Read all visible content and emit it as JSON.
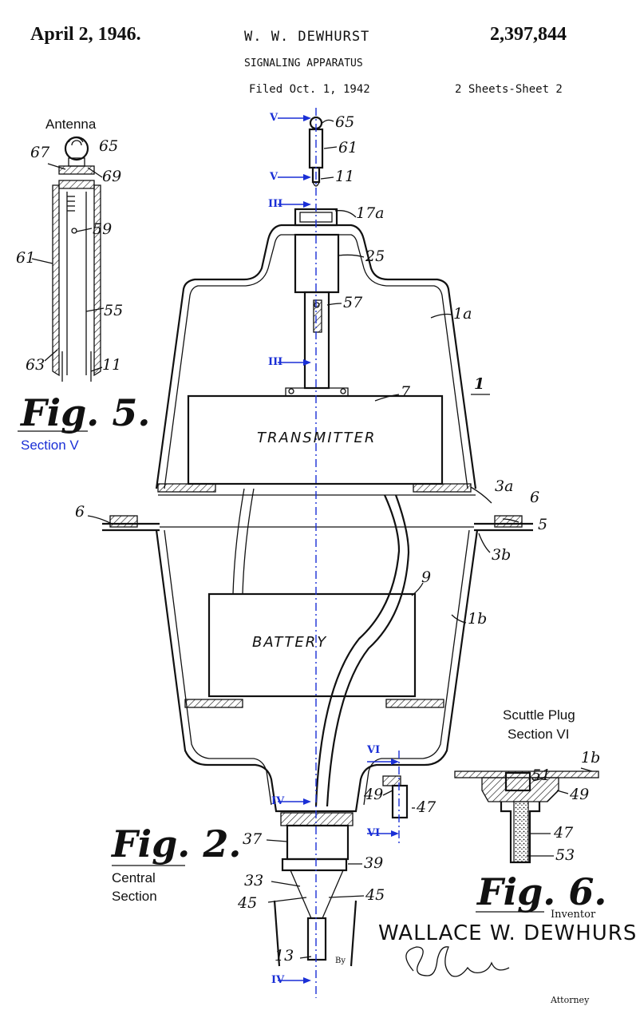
{
  "header": {
    "date": "April 2, 1946.",
    "inventor": "W. W. DEWHURST",
    "patent_number": "2,397,844",
    "title": "SIGNALING APPARATUS",
    "filed": "Filed Oct. 1, 1942",
    "sheet": "2 Sheets-Sheet 2"
  },
  "fig5": {
    "caption_top": "Antenna",
    "label": "Fig. 5.",
    "caption_bottom": "Section V",
    "refs": [
      "67",
      "65",
      "69",
      "59",
      "61",
      "55",
      "63",
      "11"
    ]
  },
  "fig2": {
    "label": "Fig. 2.",
    "caption_line1": "Central",
    "caption_line2": "Section",
    "box_transmitter": "TRANSMITTER",
    "box_battery": "BATTERY",
    "refs": {
      "r65": "65",
      "r61": "61",
      "r11": "11",
      "r17a": "17a",
      "r25": "25",
      "r57": "57",
      "r1a": "1a",
      "r1": "1",
      "r7": "7",
      "r3a": "3a",
      "r6l": "6",
      "r6r": "6",
      "r5": "5",
      "r3b": "3b",
      "r9": "9",
      "r1b": "1b",
      "r37": "37",
      "r39": "39",
      "r33": "33",
      "r45l": "45",
      "r45r": "45",
      "r13": "13",
      "r49": "49",
      "r47": "47"
    },
    "section_marks": {
      "v_top": "V",
      "v_mid": "V",
      "iii_top": "III",
      "iii_mid": "III",
      "iv_top": "IV",
      "iv_bot": "IV",
      "vi_top": "VI",
      "vi_bot": "VI"
    }
  },
  "fig6": {
    "caption_line1": "Scuttle Plug",
    "caption_line2": "Section VI",
    "label": "Fig. 6.",
    "refs": [
      "51",
      "1b",
      "49",
      "47",
      "53"
    ]
  },
  "signature": {
    "inventor_label": "Inventor",
    "inventor_name": "WALLACE W. DEWHURST",
    "by": "By",
    "attorney_sig": "C.D. Tuska",
    "attorney_label": "Attorney"
  }
}
